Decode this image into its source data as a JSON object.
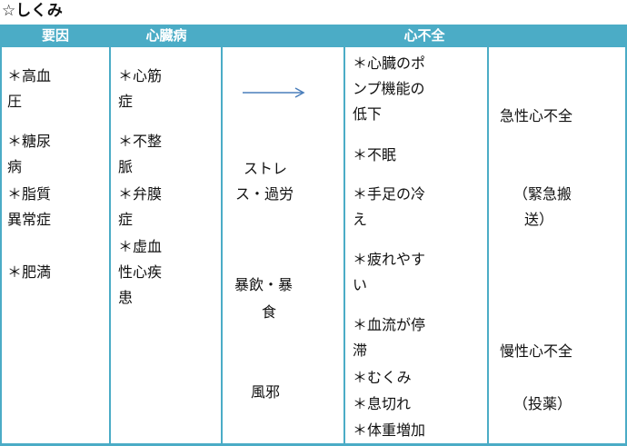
{
  "title": "☆しくみ",
  "colors": {
    "header_bg": "#4bacc6",
    "header_text": "#ffffff",
    "arrow": "#4a7ebb"
  },
  "headers": {
    "col1": "要因",
    "col2": "心臓病",
    "col3": "心不全"
  },
  "col1": {
    "item1_l1": "＊高血",
    "item1_l2": "圧",
    "item2_l1": "＊糖尿",
    "item2_l2": "病",
    "item3_l1": "＊脂質",
    "item3_l2": "異常症",
    "item4": "＊肥満"
  },
  "col2": {
    "item1_l1": "＊心筋",
    "item1_l2": "症",
    "item2_l1": "＊不整",
    "item2_l2": "脈",
    "item3_l1": "＊弁膜",
    "item3_l2": "症",
    "item4_l1": "＊虚血",
    "item4_l2": "性心疾",
    "item4_l3": "患"
  },
  "col3": {
    "arrow_icon": "right-arrow",
    "stress_l1": "ストレ",
    "stress_l2": "ス・過労",
    "binge_l1": "暴飲・暴",
    "binge_l2": "食",
    "cold": "風邪"
  },
  "col4": {
    "s1_l1": "＊心臓のポ",
    "s1_l2": "ンプ機能の",
    "s1_l3": "低下",
    "s2": "＊不眠",
    "s3_l1": "＊手足の冷",
    "s3_l2": "え",
    "s4_l1": "＊疲れやす",
    "s4_l2": "い",
    "s5_l1": "＊血流が停",
    "s5_l2": "滞",
    "s6": "＊むくみ",
    "s7": "＊息切れ",
    "s8": "＊体重増加"
  },
  "col5": {
    "acute": "急性心不全",
    "acute_note_l1": "（緊急搬",
    "acute_note_l2": "送）",
    "chronic": "慢性心不全",
    "chronic_note": "（投薬）"
  }
}
